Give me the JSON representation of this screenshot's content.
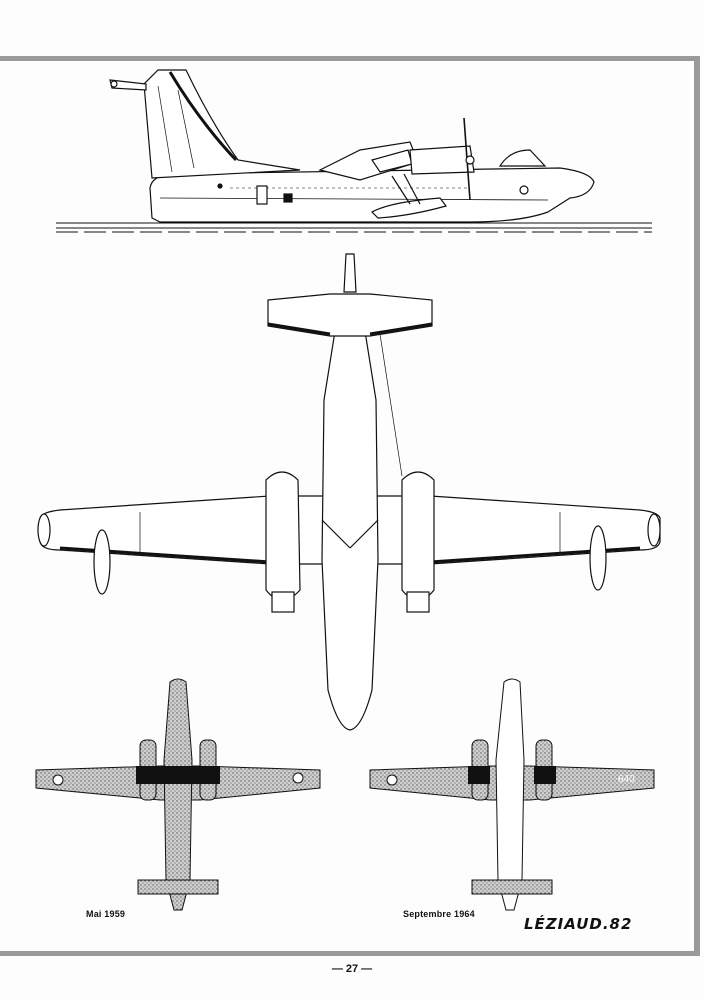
{
  "captions": {
    "left": "Mai 1959",
    "right": "Septembre 1964"
  },
  "signature": "LÉZIAUD.82",
  "page_number": "— 27 —",
  "plan_views": {
    "right_roundel_text": "640"
  },
  "colors": {
    "ink": "#111111",
    "frame": "#9a9a9a",
    "stipple": "#7a7a7a"
  }
}
